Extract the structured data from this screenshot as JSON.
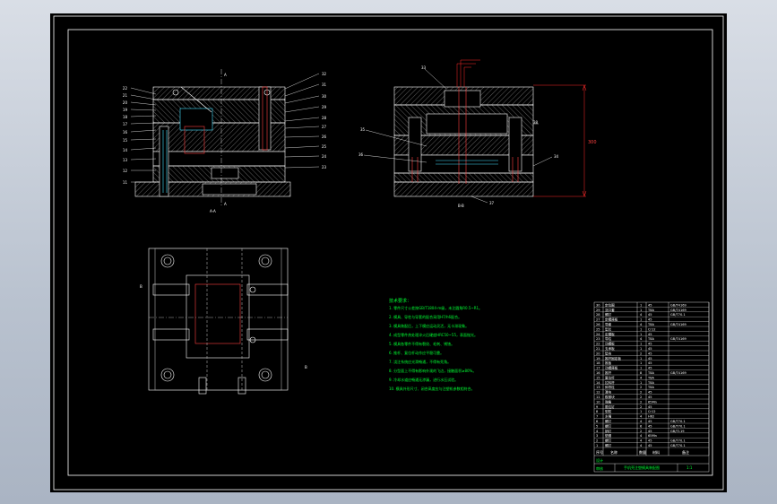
{
  "colors": {
    "sheet": "#000000",
    "line": "#ffffff",
    "dimension": "#ff2a2a",
    "notes": "#00ff33",
    "hatch": "#7a7a7a",
    "cyan": "#44e0ff",
    "viewer": "#b9c2cf"
  },
  "section_marks": {
    "a1": "A",
    "a2": "A",
    "b1": "B",
    "b2": "B",
    "view_a": "A-A",
    "view_b": "B-B"
  },
  "left_callouts": [
    "22",
    "21",
    "20",
    "19",
    "18",
    "17",
    "16",
    "15",
    "14",
    "13",
    "12",
    "11"
  ],
  "right_callouts": [
    "32",
    "31",
    "30",
    "29",
    "28",
    "27",
    "26",
    "25",
    "24",
    "23"
  ],
  "view2_callouts": {
    "top_left": "33",
    "left_mid": "35",
    "left_low": "36",
    "right_low": "34",
    "bottom": "37",
    "right_top": "38"
  },
  "dimension_vertical": "300",
  "notes": {
    "title": "技术要求：",
    "lines": [
      "1. 零件尺寸公差按GB/T1804-m级，未注圆角R0.5~R1。",
      "2. 模具、导柱与导套的配合采用H7/h6配合。",
      "3. 模具装配后，上下模应运动灵活，无卡滞现象。",
      "4. 成型零件热处理淬火后硬度HRC50~55，表面抛光。",
      "5. 模具各零件不得有裂纹、毛刺、锈蚀。",
      "6. 推杆、复位杆动作应平稳可靠。",
      "7. 浇注系统应光滑畅通，不得有死角。",
      "8. 分型面上不得有影响外观的飞边，接触面积≥80%。",
      "9. 冷却水道应畅通无渗漏，进行水压试验。",
      "10. 模具外形尺寸、闭合高度应与注塑机参数相符合。"
    ]
  },
  "title_block": {
    "parts": [
      {
        "no": "30",
        "name": "定位圈",
        "qty": "1",
        "mat": "45",
        "std": "GB/T4169"
      },
      {
        "no": "29",
        "name": "浇口套",
        "qty": "1",
        "mat": "T8A",
        "std": "GB/T4169"
      },
      {
        "no": "28",
        "name": "螺钉",
        "qty": "4",
        "mat": "45",
        "std": "GB/T70.1"
      },
      {
        "no": "27",
        "name": "定模座板",
        "qty": "1",
        "mat": "45",
        "std": ""
      },
      {
        "no": "26",
        "name": "导套",
        "qty": "4",
        "mat": "T8A",
        "std": "GB/T4169"
      },
      {
        "no": "25",
        "name": "型芯",
        "qty": "1",
        "mat": "Cr12",
        "std": ""
      },
      {
        "no": "24",
        "name": "定模板",
        "qty": "1",
        "mat": "45",
        "std": ""
      },
      {
        "no": "23",
        "name": "导柱",
        "qty": "4",
        "mat": "T8A",
        "std": "GB/T4169"
      },
      {
        "no": "22",
        "name": "动模板",
        "qty": "1",
        "mat": "45",
        "std": ""
      },
      {
        "no": "21",
        "name": "支承板",
        "qty": "1",
        "mat": "45",
        "std": ""
      },
      {
        "no": "20",
        "name": "垫块",
        "qty": "2",
        "mat": "45",
        "std": ""
      },
      {
        "no": "19",
        "name": "推杆固定板",
        "qty": "1",
        "mat": "45",
        "std": ""
      },
      {
        "no": "18",
        "name": "推板",
        "qty": "1",
        "mat": "45",
        "std": ""
      },
      {
        "no": "17",
        "name": "动模座板",
        "qty": "1",
        "mat": "45",
        "std": ""
      },
      {
        "no": "16",
        "name": "推杆",
        "qty": "8",
        "mat": "T8A",
        "std": "GB/T4169"
      },
      {
        "no": "15",
        "name": "复位杆",
        "qty": "4",
        "mat": "T8A",
        "std": ""
      },
      {
        "no": "14",
        "name": "拉料杆",
        "qty": "1",
        "mat": "T8A",
        "std": ""
      },
      {
        "no": "13",
        "name": "斜导柱",
        "qty": "2",
        "mat": "T8A",
        "std": ""
      },
      {
        "no": "12",
        "name": "滑块",
        "qty": "2",
        "mat": "45",
        "std": ""
      },
      {
        "no": "11",
        "name": "楔紧块",
        "qty": "2",
        "mat": "45",
        "std": ""
      },
      {
        "no": "10",
        "name": "弹簧",
        "qty": "2",
        "mat": "65Mn",
        "std": ""
      },
      {
        "no": "9",
        "name": "限位钉",
        "qty": "2",
        "mat": "45",
        "std": ""
      },
      {
        "no": "8",
        "name": "型腔",
        "qty": "1",
        "mat": "Cr12",
        "std": ""
      },
      {
        "no": "7",
        "name": "水嘴",
        "qty": "4",
        "mat": "H62",
        "std": ""
      },
      {
        "no": "6",
        "name": "螺钉",
        "qty": "4",
        "mat": "45",
        "std": "GB/T70.1"
      },
      {
        "no": "5",
        "name": "螺钉",
        "qty": "6",
        "mat": "45",
        "std": "GB/T70.1"
      },
      {
        "no": "4",
        "name": "销钉",
        "qty": "2",
        "mat": "45",
        "std": "GB/T119"
      },
      {
        "no": "3",
        "name": "垫圈",
        "qty": "4",
        "mat": "65Mn",
        "std": ""
      },
      {
        "no": "2",
        "name": "螺钉",
        "qty": "4",
        "mat": "45",
        "std": "GB/T70.1"
      },
      {
        "no": "1",
        "name": "螺钉",
        "qty": "4",
        "mat": "45",
        "std": "GB/T70.1"
      }
    ],
    "header": {
      "no": "序号",
      "name": "名称",
      "qty": "数量",
      "mat": "材料",
      "note": "备注"
    },
    "title": "手机壳注塑模具装配图",
    "scale": "1:1",
    "left1": "设计",
    "left2": "审核"
  }
}
